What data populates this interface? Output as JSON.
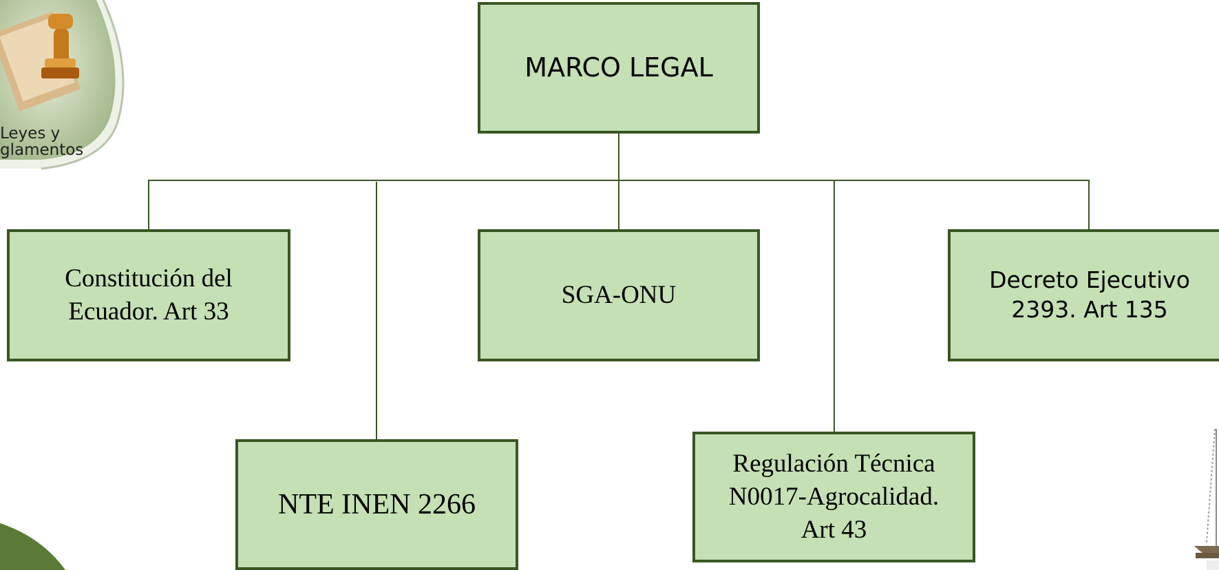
{
  "logo": {
    "line1": "Leyes y",
    "line2": "glamentos"
  },
  "root": {
    "label": "MARCO LEGAL"
  },
  "children": [
    {
      "label": "Constitución del Ecuador. Art 33"
    },
    {
      "label": "NTE INEN 2266"
    },
    {
      "label": "SGA-ONU"
    },
    {
      "label": "Regulación Técnica N0017-Agrocalidad. Art 43"
    },
    {
      "label": "Decreto Ejecutivo 2393. Art 135"
    }
  ]
}
